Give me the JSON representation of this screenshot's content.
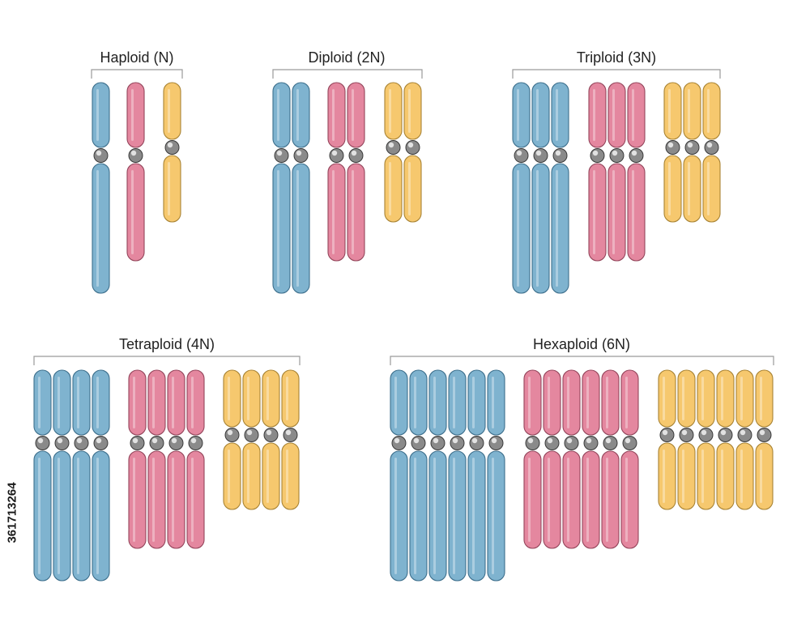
{
  "colors": {
    "blue": "#7fb3cf",
    "blue_outline": "#3d6f8c",
    "pink": "#e4879f",
    "pink_outline": "#94455b",
    "yellow": "#f6c86e",
    "yellow_outline": "#a88334",
    "centromere": "#8a8a8a",
    "bracket": "#9a9a9a"
  },
  "panels": [
    {
      "label": "Haploid (N)",
      "sets": 1
    },
    {
      "label": "Diploid (2N)",
      "sets": 2
    },
    {
      "label": "Triploid (3N)",
      "sets": 3
    },
    {
      "label": "Tetraploid (4N)",
      "sets": 4
    },
    {
      "label": "Hexaploid (6N)",
      "sets": 6
    }
  ],
  "chromosome_types": [
    {
      "color": "blue",
      "size": "long"
    },
    {
      "color": "pink",
      "size": "medium"
    },
    {
      "color": "yellow",
      "size": "short"
    }
  ],
  "side_id": "361713264"
}
